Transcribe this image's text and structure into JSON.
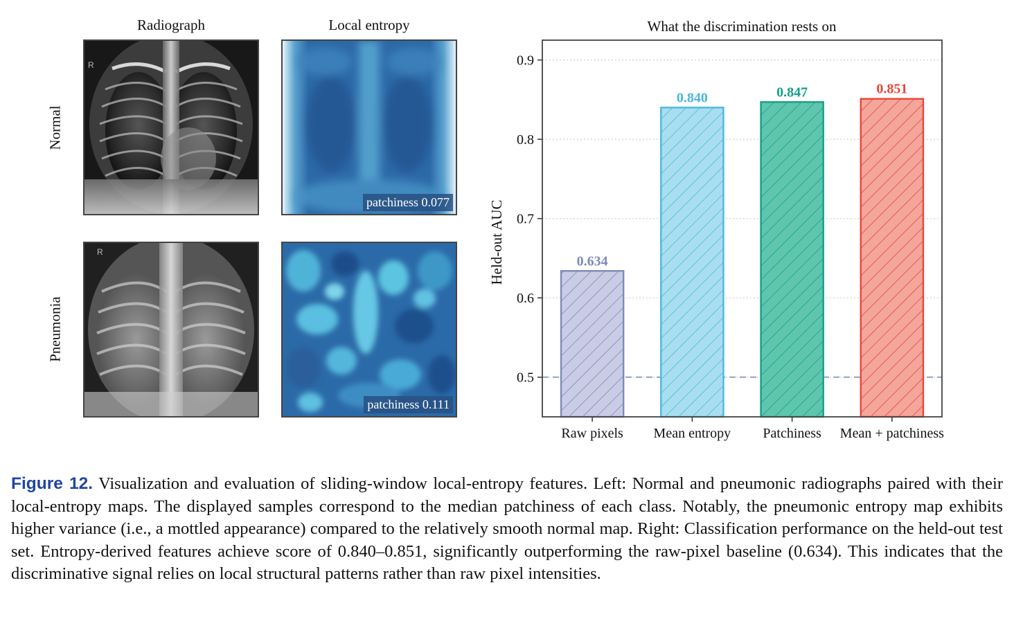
{
  "left_panel": {
    "col_titles": [
      "Radiograph",
      "Local entropy"
    ],
    "rows": [
      {
        "label": "Normal",
        "patchiness_label": "patchiness 0.077",
        "r_mark": "R"
      },
      {
        "label": "Pneumonia",
        "patchiness_label": "patchiness 0.111",
        "r_mark": "R"
      }
    ]
  },
  "chart_data": {
    "type": "bar",
    "title": "What the discrimination rests on",
    "ylabel": "Held-out AUC",
    "xlabel": "",
    "categories": [
      "Raw pixels",
      "Mean entropy",
      "Patchiness",
      "Mean + patchiness"
    ],
    "values": [
      0.634,
      0.84,
      0.847,
      0.851
    ],
    "value_labels": [
      "0.634",
      "0.840",
      "0.847",
      "0.851"
    ],
    "colors": [
      "#7e8bb8",
      "#4ab8dc",
      "#14a088",
      "#e8463a"
    ],
    "fills": [
      "#c9cce4",
      "#a9def0",
      "#5fc6ad",
      "#f4a69b"
    ],
    "ylim": [
      0.45,
      0.925
    ],
    "yticks": [
      0.5,
      0.6,
      0.7,
      0.8,
      0.9
    ],
    "ytick_labels": [
      "0.5",
      "0.6",
      "0.7",
      "0.8",
      "0.9"
    ],
    "reference_line": 0.5,
    "grid": "horizontal dotted",
    "hatch": "diagonal"
  },
  "caption": {
    "label": "Figure 12.",
    "text": "Visualization and evaluation of sliding-window local-entropy features. Left: Normal and pneumonic radiographs paired with their local-entropy maps. The displayed samples correspond to the median patchiness of each class. Notably, the pneumonic entropy map exhibits higher variance (i.e., a mottled appearance) compared to the relatively smooth normal map. Right: Classification performance on the held-out test set. Entropy-derived features achieve score of 0.840–0.851, significantly outperforming the raw-pixel baseline (0.634). This indicates that the discriminative signal relies on local structural patterns rather than raw pixel intensities."
  }
}
